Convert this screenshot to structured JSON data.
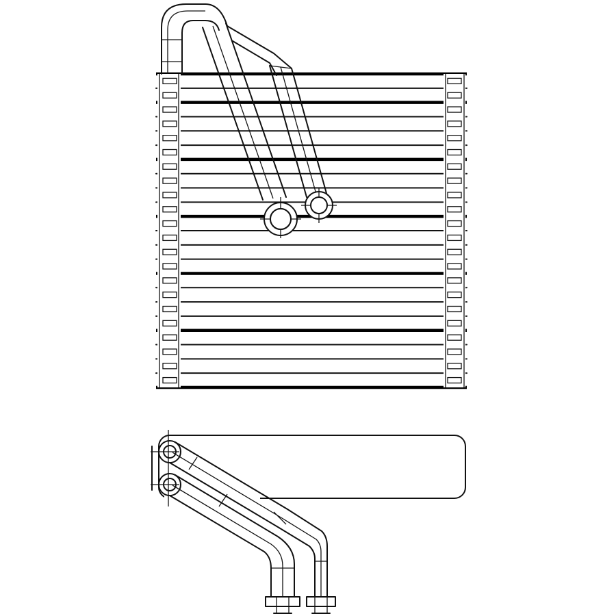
{
  "figure": {
    "subject": "evaporator-core-line-drawing",
    "views": [
      "front-view",
      "bottom-view"
    ],
    "front_view": {
      "tube_count": 23,
      "port_count": 2
    },
    "bottom_view": {
      "pipe_count": 2,
      "fitting_count": 2
    },
    "stroke_color": "#111111",
    "background_color": "#ffffff"
  }
}
